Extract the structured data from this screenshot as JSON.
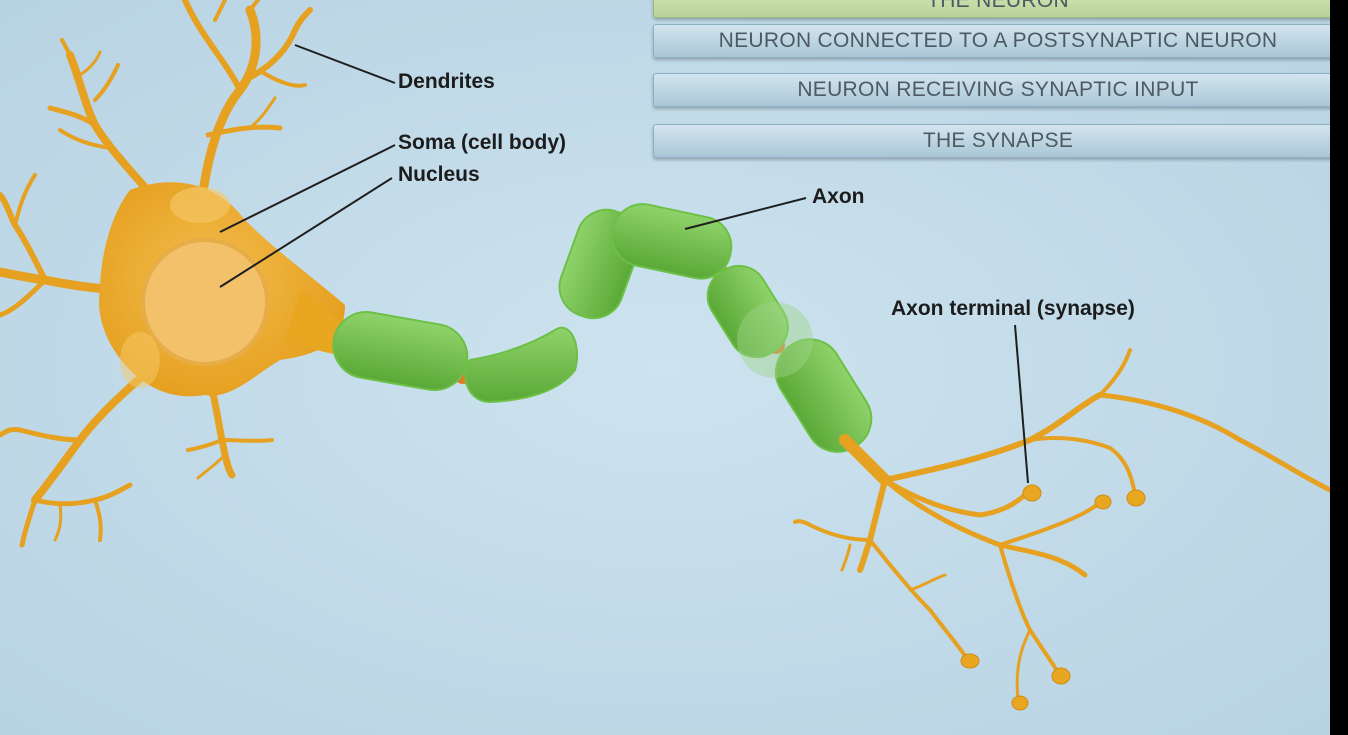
{
  "menu": {
    "items": [
      {
        "label": "THE NEURON"
      },
      {
        "label": "NEURON CONNECTED TO A POSTSYNAPTIC NEURON"
      },
      {
        "label": "NEURON RECEIVING SYNAPTIC INPUT"
      },
      {
        "label": "THE SYNAPSE"
      }
    ]
  },
  "labels": {
    "dendrites": "Dendrites",
    "soma": "Soma (cell body)",
    "nucleus": "Nucleus",
    "axon": "Axon",
    "axon_terminal": "Axon terminal (synapse)"
  },
  "colors": {
    "background": "#c4dcea",
    "neuron_body": "#e9a621",
    "myelin": "#72c04a",
    "node_of_ranvier": "#e57a2a",
    "button_face": "#b9d3e1"
  }
}
